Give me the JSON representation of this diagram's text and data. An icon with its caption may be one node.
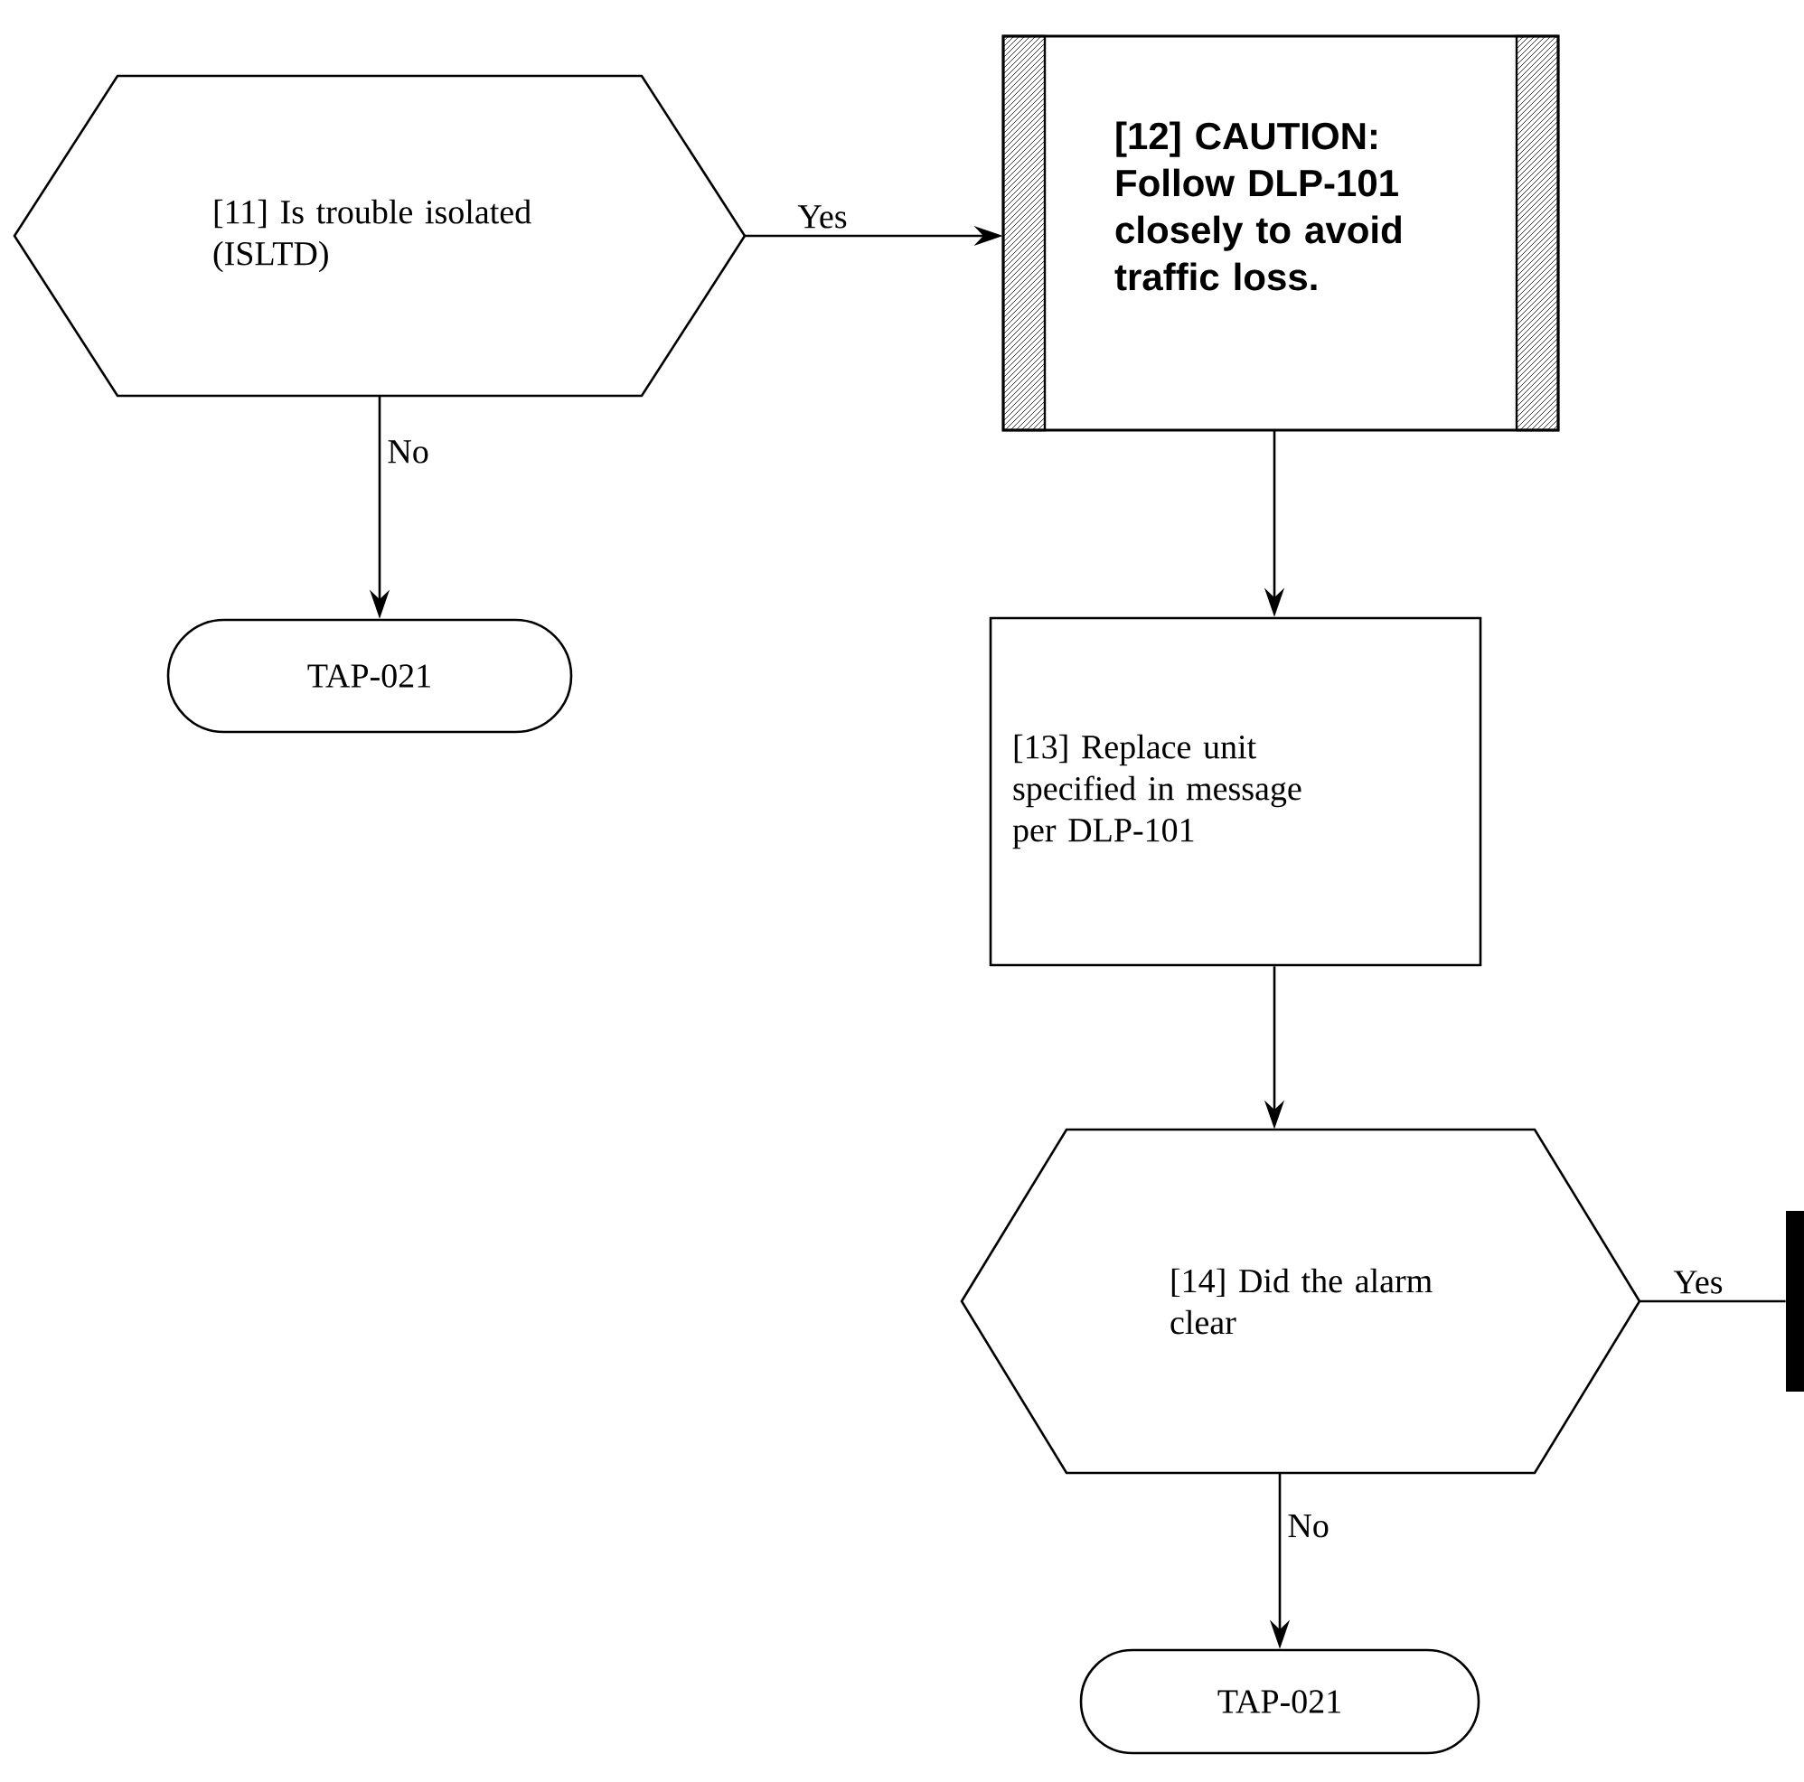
{
  "diagram": {
    "nodes": [
      {
        "text": [
          "[11] Is trouble isolated (ISLTD)"
        ]
      },
      {
        "text": [
          "[12] CAUTION: Follow DLP-101 closely to avoid traffic loss."
        ]
      },
      {
        "text": [
          "TAP-021"
        ]
      },
      {
        "text": [
          "[13] Replace unit specified in message per DLP-101"
        ]
      },
      {
        "text": [
          "[14] Did the alarm clear"
        ]
      },
      {
        "text": [
          "TAP-021"
        ]
      },
      {
        "text": [],
        "shape": "bar"
      }
    ],
    "edges": [
      {
        "from": 0,
        "to": 1,
        "arrow": "to",
        "label": "Yes"
      },
      {
        "from": 0,
        "to": 2,
        "arrow": "to",
        "label": "No"
      },
      {
        "from": 1,
        "to": 3,
        "arrow": "to"
      },
      {
        "from": 3,
        "to": 4,
        "arrow": "to"
      },
      {
        "from": 4,
        "to": 6,
        "arrow": "none",
        "label": "Yes"
      },
      {
        "from": 4,
        "to": 5,
        "arrow": "to",
        "label": "No"
      }
    ]
  }
}
